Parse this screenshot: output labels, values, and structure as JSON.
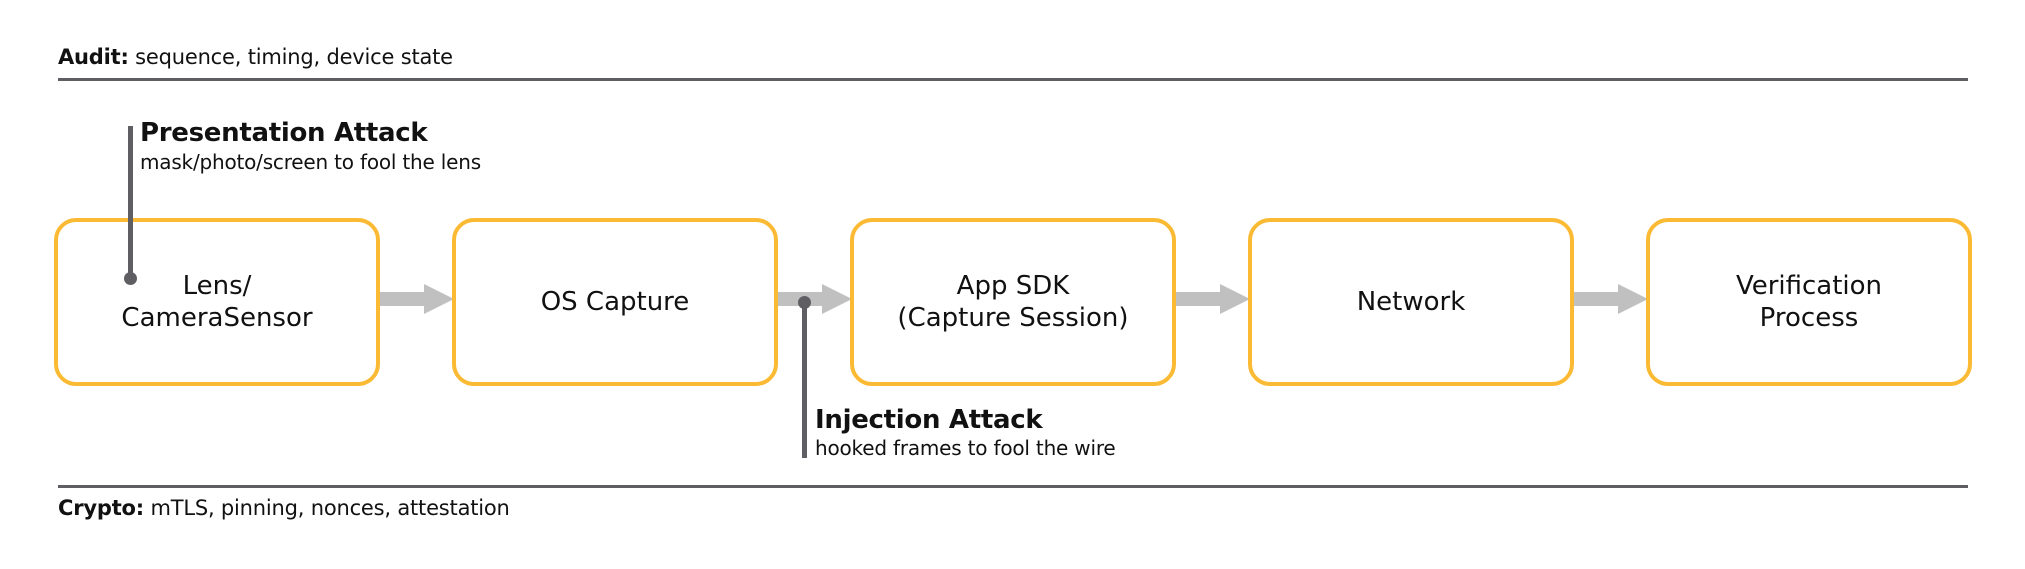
{
  "bands": {
    "audit": {
      "key": "Audit:",
      "value": "sequence, timing, device state"
    },
    "crypto": {
      "key": "Crypto:",
      "value": "mTLS, pinning, nonces, attestation"
    }
  },
  "pipeline": {
    "stages": [
      {
        "id": "lens",
        "label": "Lens/\nCameraSensor"
      },
      {
        "id": "os-capture",
        "label": "OS Capture"
      },
      {
        "id": "app-sdk",
        "label": "App SDK\n(Capture Session)"
      },
      {
        "id": "network",
        "label": "Network"
      },
      {
        "id": "verification",
        "label": "Verification\nProcess"
      }
    ],
    "flow": "left-to-right"
  },
  "attacks": {
    "presentation": {
      "title": "Presentation Attack",
      "description": "mask/photo/screen to fool the lens",
      "target": "Lens/CameraSensor"
    },
    "injection": {
      "title": "Injection Attack",
      "description": "hooked frames to fool the wire",
      "target": "OS Capture → App SDK"
    }
  },
  "colors": {
    "stage_border": "#fbba34",
    "arrow": "#c0c0c0",
    "marker": "#5f5f63",
    "rule": "#5f5f63",
    "text": "#111111"
  }
}
